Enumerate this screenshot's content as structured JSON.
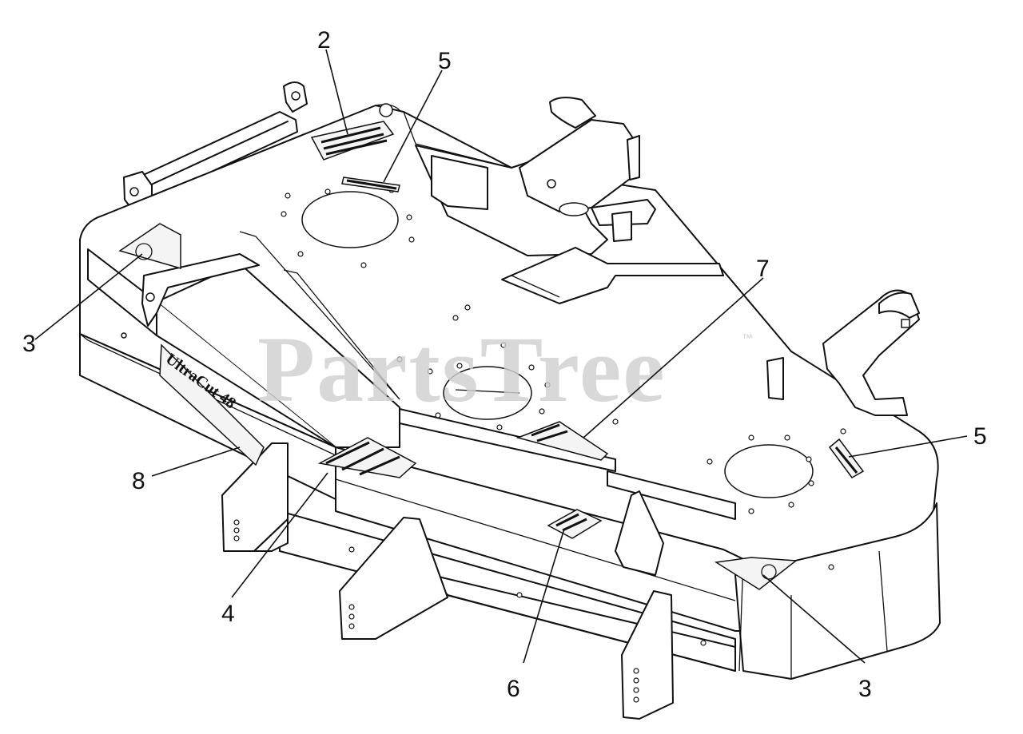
{
  "watermark": {
    "text": "PartsTree",
    "trademark": "™"
  },
  "deck_brand": {
    "text": "UltraCut 48",
    "logo": "ultracut-48-deck-logo"
  },
  "callouts": [
    {
      "id": "c2",
      "label": "2"
    },
    {
      "id": "c5a",
      "label": "5"
    },
    {
      "id": "c7",
      "label": "7"
    },
    {
      "id": "c3a",
      "label": "3"
    },
    {
      "id": "c5b",
      "label": "5"
    },
    {
      "id": "c8",
      "label": "8"
    },
    {
      "id": "c4",
      "label": "4"
    },
    {
      "id": "c6",
      "label": "6"
    },
    {
      "id": "c3b",
      "label": "3"
    }
  ],
  "colors": {
    "line": "#111111",
    "watermark": "#cfcfcf",
    "background": "#ffffff"
  }
}
